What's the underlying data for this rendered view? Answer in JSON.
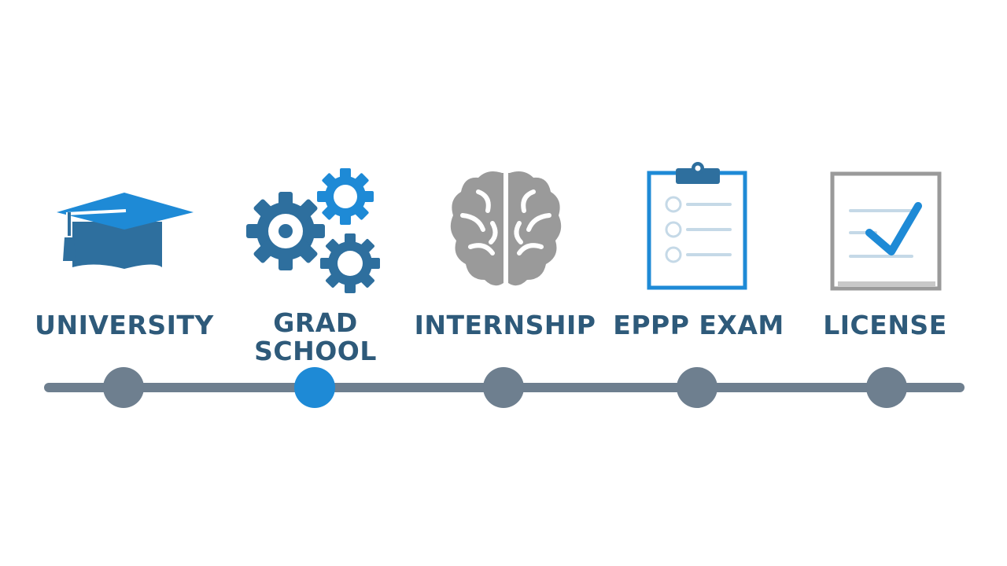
{
  "colors": {
    "dark": "#2e5a7a",
    "accent": "#1e8ad6",
    "track": "#6e7f8f",
    "gray_icon": "#9a9a9a",
    "dot": "#6e7f8f",
    "dot_active": "#1e8ad6"
  },
  "stages": [
    {
      "label_lines": [
        "UNIVERSITY"
      ],
      "icon": "graduation-cap-icon",
      "active": false
    },
    {
      "label_lines": [
        "GRAD",
        "SCHOOL"
      ],
      "icon": "gears-icon",
      "active": true
    },
    {
      "label_lines": [
        "INTERNSHIP"
      ],
      "icon": "brain-icon",
      "active": false
    },
    {
      "label_lines": [
        "EPPP EXAM"
      ],
      "icon": "clipboard-checklist-icon",
      "active": false
    },
    {
      "label_lines": [
        "LICENSE"
      ],
      "icon": "license-checkmark-icon",
      "active": false
    }
  ]
}
